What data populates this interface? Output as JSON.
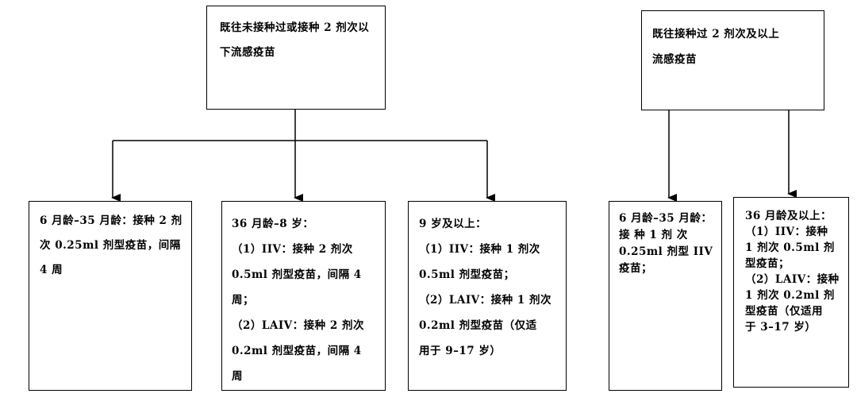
{
  "flow_left": {
    "root": {
      "lines": [
        "既往未接种过或接种 2 剂次以",
        "下流感疫苗"
      ]
    },
    "children": [
      {
        "lines": [
          "6 月龄–35 月龄：接种 2 剂",
          "次 0.25ml 剂型疫苗，间隔",
          "4 周"
        ]
      },
      {
        "lines": [
          "36 月龄–8 岁：",
          "（1）IIV：接种 2 剂次",
          "0.5ml 剂型疫苗，间隔 4",
          "周；",
          "（2）LAIV：接种 2 剂次",
          "0.2ml 剂型疫苗，间隔 4",
          "周"
        ]
      },
      {
        "lines": [
          "9 岁及以上：",
          "（1）IIV：接种 1 剂次",
          "0.5ml 剂型疫苗；",
          "（2）LAIV：接种 1 剂次",
          "0.2ml 剂型疫苗（仅适",
          "用于 9–17 岁）"
        ]
      }
    ]
  },
  "flow_right": {
    "root": {
      "lines": [
        "既往接种过 2 剂次及以上",
        "流感疫苗"
      ]
    },
    "children": [
      {
        "lines": [
          "6 月龄–35 月龄：",
          "接 种 1 剂 次",
          "0.25ml 剂型 IIV",
          "疫苗；"
        ]
      },
      {
        "lines": [
          "36 月龄及以上：",
          "（1）IIV：接种",
          "1 剂次 0.5ml 剂",
          "型疫苗；",
          "（2）LAIV：接种",
          "1 剂次 0.2ml 剂",
          "型疫苗（仅适用",
          "于 3–17 岁）"
        ]
      }
    ]
  }
}
